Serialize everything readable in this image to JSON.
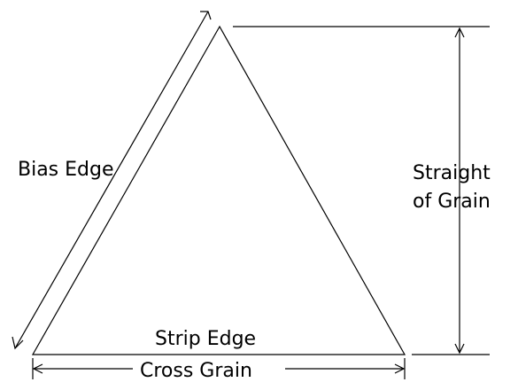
{
  "diagram": {
    "labels": {
      "bias_edge": "Bias Edge",
      "straight_line1": "Straight",
      "straight_line2": "of Grain",
      "strip_edge": "Strip Edge",
      "cross_grain": "Cross Grain"
    },
    "colors": {
      "stroke": "#000000",
      "background": "#ffffff"
    }
  }
}
